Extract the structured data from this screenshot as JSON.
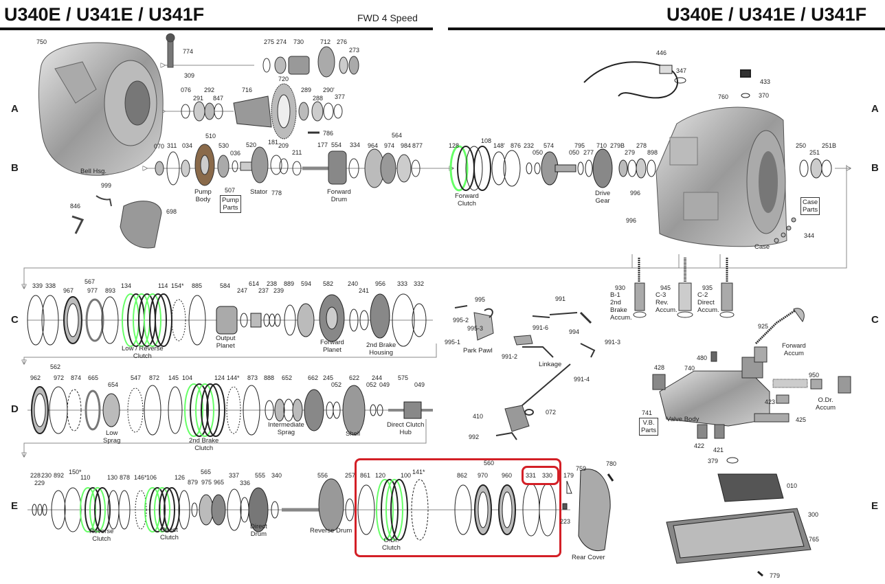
{
  "header": {
    "title_left": "U340E / U341E / U341F",
    "subtitle": "FWD 4 Speed",
    "title_right": "U340E / U341E / U341F"
  },
  "row_labels": {
    "A": "A",
    "B": "B",
    "C": "C",
    "D": "D",
    "E": "E"
  },
  "parts": {
    "p750": "750",
    "p774": "774",
    "p309": "309",
    "p275": "275",
    "p274": "274",
    "p730": "730",
    "p712": "712",
    "p276": "276",
    "p273": "273",
    "p720": "720",
    "p076": "076",
    "p291": "291",
    "p292": "292",
    "p847": "847",
    "p716": "716",
    "p289": "289",
    "p290": "290'",
    "p288": "288",
    "p377": "377",
    "p786": "786",
    "p510": "510",
    "p070": "070",
    "p311": "311",
    "p034": "034",
    "p530": "530",
    "p036": "036",
    "p520": "520",
    "p181": "181",
    "p209": "209",
    "p211": "211",
    "p177": "177",
    "p554": "554",
    "p334": "334",
    "p564": "564",
    "p964": "964",
    "p974": "974",
    "p984": "984",
    "p877": "877",
    "p507": "507",
    "p778": "778",
    "p999": "999",
    "p846": "846",
    "p698": "698",
    "p128": "128",
    "p108": "108",
    "p148": "148'",
    "p876": "876",
    "p232": "232",
    "p050": "050",
    "p574": "574",
    "p795": "795",
    "p050b": "050",
    "p277": "277",
    "p710": "710",
    "p279b": "279B",
    "p279": "279",
    "p278": "278",
    "p898": "898",
    "p446": "446",
    "p347": "347",
    "p433": "433",
    "p370": "370",
    "p760": "760",
    "p250": "250",
    "p251": "251",
    "p251b": "251B",
    "p996a": "996",
    "p996b": "996",
    "p344": "344",
    "p339": "339",
    "p338": "338",
    "p567": "567",
    "p967": "967",
    "p977": "977",
    "p893": "893",
    "p134": "134",
    "p114": "114",
    "p154": "154*",
    "p885": "885",
    "p584": "584",
    "p247": "247",
    "p614": "614",
    "p237": "237",
    "p238": "238",
    "p239": "239",
    "p889": "889",
    "p594": "594",
    "p582": "582",
    "p240": "240",
    "p241": "241",
    "p956": "956",
    "p333": "333",
    "p332": "332",
    "p995": "995",
    "p995_2": "995-2",
    "p995_3": "995-3",
    "p995_1": "995-1",
    "p991": "991",
    "p991_6": "991-6",
    "p994": "994",
    "p991_3": "991-3",
    "p991_2": "991-2",
    "p991_4": "991-4",
    "p410": "410",
    "p072": "072",
    "p992": "992",
    "p930": "930",
    "p945": "945",
    "p935": "935",
    "p925": "925",
    "p480": "480",
    "p428": "428",
    "p740": "740",
    "p950": "950",
    "p423": "423",
    "p425": "425",
    "p741": "741",
    "p422": "422",
    "p421": "421",
    "p562": "562",
    "p962": "962",
    "p972": "972",
    "p874": "874",
    "p665": "665",
    "p654": "654",
    "p547": "547",
    "p872": "872",
    "p145": "145",
    "p104": "104",
    "p124": "124",
    "p144": "144*",
    "p873": "873",
    "p888": "888",
    "p652": "652",
    "p662": "662",
    "p245": "245",
    "p052": "052",
    "p622": "622",
    "p244": "244",
    "p052b": "052",
    "p049": "049",
    "p575": "575",
    "p049b": "049",
    "p228": "228",
    "p229": "229",
    "p230": "230",
    "p892": "892",
    "p150": "150*",
    "p110": "110",
    "p130": "130",
    "p878": "878",
    "p146": "146*",
    "p106": "106",
    "p126": "126",
    "p565": "565",
    "p879": "879",
    "p975": "975",
    "p965": "965",
    "p337": "337",
    "p336": "336",
    "p555": "555",
    "p340": "340",
    "p556": "556",
    "p257": "257",
    "p861": "861",
    "p120": "120",
    "p100": "100",
    "p141": "141*",
    "p560": "560",
    "p862": "862",
    "p970": "970",
    "p960": "960",
    "p331": "331",
    "p330": "330",
    "p179": "179",
    "p759": "759",
    "p780": "780",
    "p223": "223",
    "p379": "379",
    "p010": "010",
    "p300": "300",
    "p765": "765",
    "p779": "779"
  },
  "labels": {
    "bell_hsg": "Bell Hsg.",
    "pump_body": "Pump\nBody",
    "stator": "Stator",
    "pump_parts": "Pump\nParts",
    "forward_drum": "Forward\nDrum",
    "forward_clutch": "Forward\nClutch",
    "drive_gear": "Drive\nGear",
    "case_parts": "Case\nParts",
    "case": "Case",
    "low_reverse_clutch": "Low / Reverse\nClutch",
    "output_planet": "Output\nPlanet",
    "forward_planet": "Forward\nPlanet",
    "brake2_housing": "2nd Brake\nHousing",
    "park_pawl": "Park Pawl",
    "linkage": "Linkage",
    "b1_accum": "B-1\n2nd\nBrake\nAccum.",
    "c3_accum": "C-3\nRev.\nAccum.",
    "c2_accum": "C-2\nDirect\nAccum.",
    "forward_accum": "Forward\nAccum",
    "valve_body": "Valve Body",
    "vb_parts": "V.B.\nParts",
    "odr_accum": "O.Dr.\nAccum",
    "low_sprag": "Low\nSprag",
    "brake2_clutch": "2nd Brake\nClutch",
    "intermediate_sprag": "Intermediate\nSprag",
    "shell": "Shell",
    "direct_clutch_hub": "Direct Clutch\nHub",
    "reverse_clutch": "Reverse\nClutch",
    "direct_clutch": "Direct\nClutch",
    "direct_drum": "Direct\nDrum",
    "reverse_drum": "Reverse Drum",
    "odr_clutch": "O.Dr.\nClutch",
    "rear_cover": "Rear Cover"
  },
  "colors": {
    "highlight": "#d31f26",
    "ink": "#222222",
    "arrow": "#888888"
  }
}
